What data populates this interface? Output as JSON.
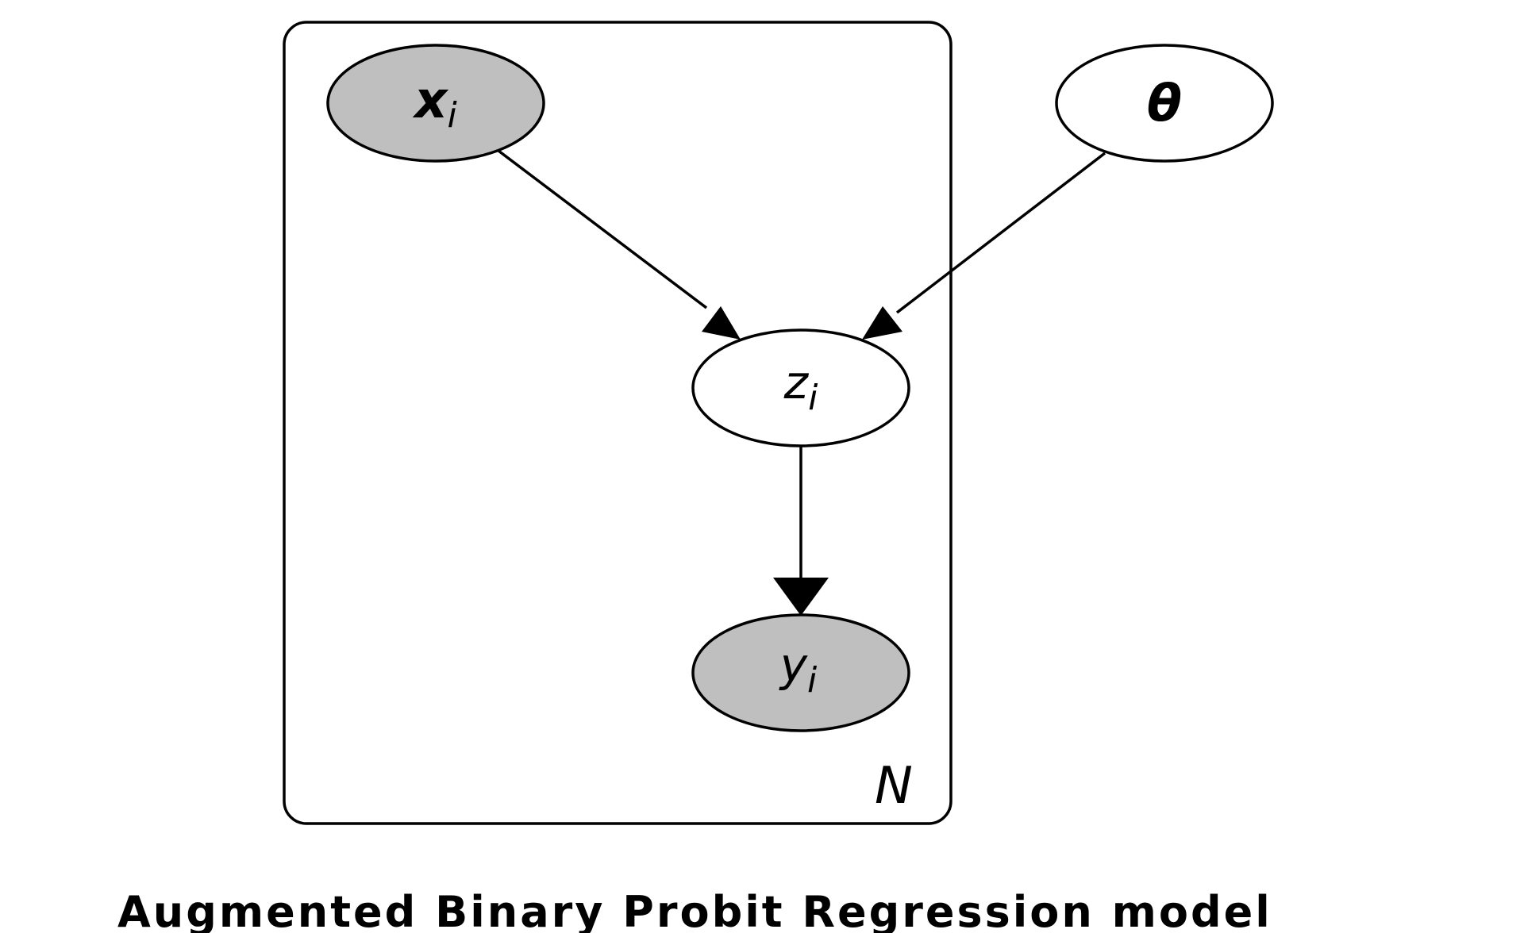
{
  "diagram": {
    "plate_label": "N",
    "caption": "Augmented Binary Probit Regression model",
    "colors": {
      "observed_fill": "#bfbfbf",
      "latent_fill": "#ffffff",
      "stroke": "#000000"
    },
    "nodes": {
      "x": {
        "symbol": "x",
        "subscript": "i",
        "observed": true
      },
      "theta": {
        "symbol": "θ",
        "observed": false
      },
      "z": {
        "symbol": "z",
        "subscript": "i",
        "observed": false
      },
      "y": {
        "symbol": "y",
        "subscript": "i",
        "observed": true
      }
    },
    "edges": [
      {
        "from": "x",
        "to": "z"
      },
      {
        "from": "theta",
        "to": "z"
      },
      {
        "from": "z",
        "to": "y"
      }
    ]
  }
}
